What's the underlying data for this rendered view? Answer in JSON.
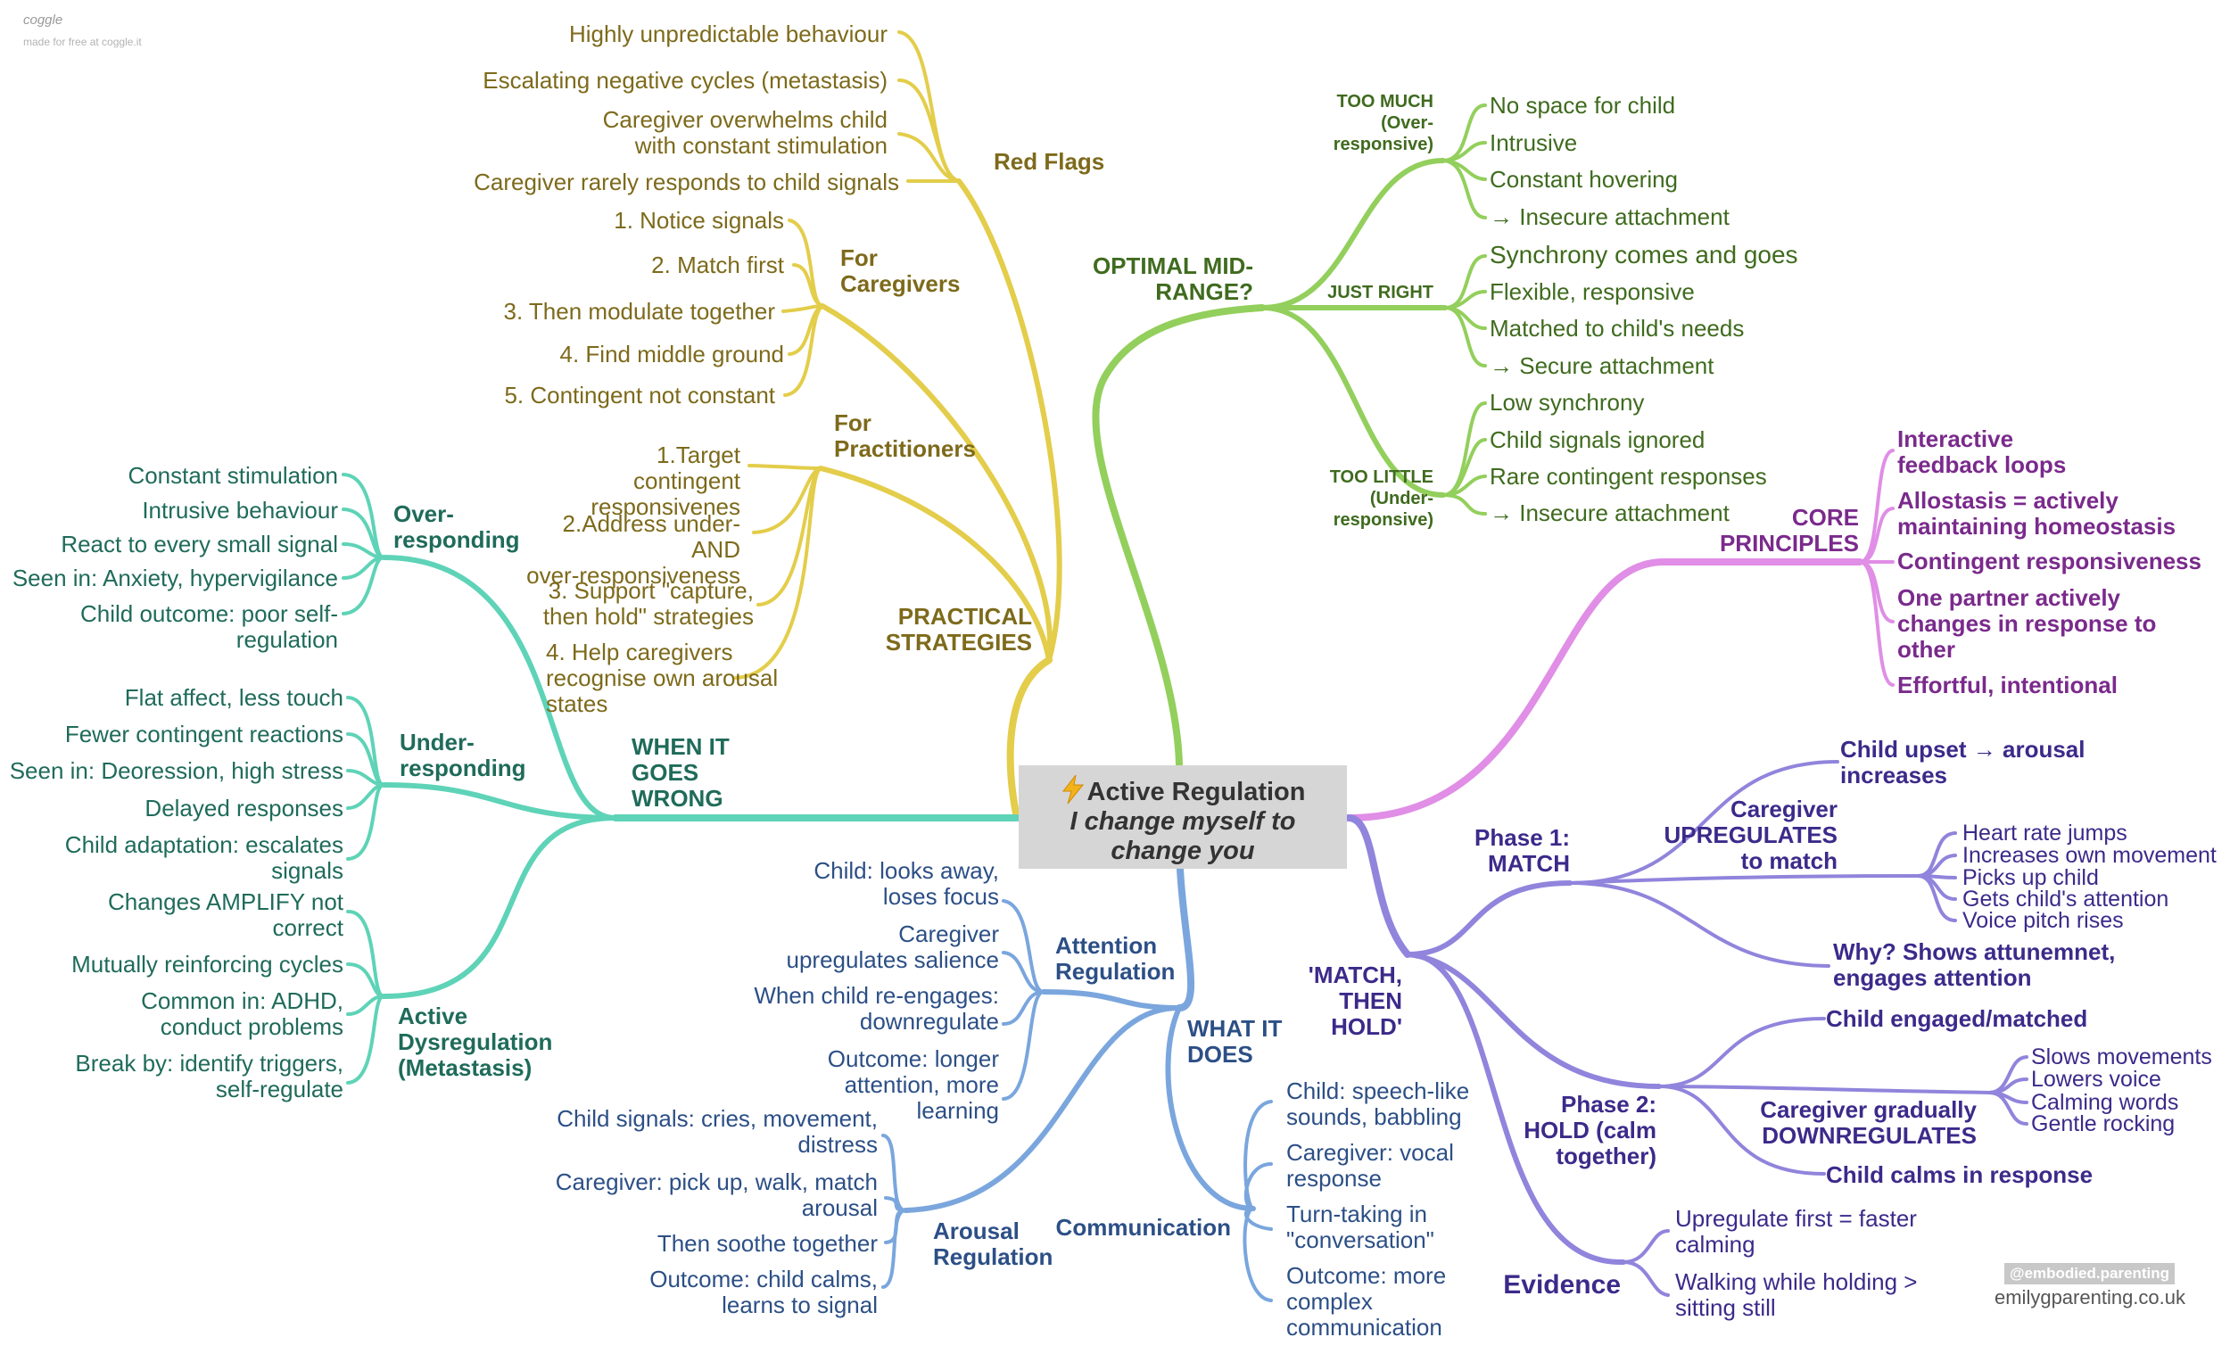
{
  "brand": {
    "logo_text": "coggle",
    "made_with": "made for free at coggle.it"
  },
  "center": {
    "title": "Active Regulation",
    "subtitle": "I change myself to\nchange you",
    "icon": "lightning-icon"
  },
  "colors": {
    "yellow": "#e3cd4a",
    "green": "#93cf5c",
    "pink": "#e08ee6",
    "purple": "#9084dc",
    "blue": "#7aa6dd",
    "teal": "#5ed3b7",
    "center_bg": "#d6d6d6"
  },
  "practical": {
    "label": "PRACTICAL\nSTRATEGIES",
    "red_flags": {
      "label": "Red Flags",
      "items": [
        "Highly unpredictable behaviour",
        "Escalating negative cycles (metastasis)",
        "Caregiver overwhelms child\nwith constant stimulation",
        "Caregiver rarely responds to child signals"
      ]
    },
    "caregivers": {
      "label": "For\nCaregivers",
      "items": [
        "1. Notice signals",
        "2. Match first",
        "3. Then modulate together",
        "4. Find middle ground",
        "5. Contingent not constant"
      ]
    },
    "practitioners": {
      "label": "For\nPractitioners",
      "items": [
        "1.Target contingent\nresponsivenes",
        "2.Address under- AND\nover-responsiveness",
        "3. Support \"capture,\nthen hold\" strategies",
        "4. Help caregivers\nrecognise own arousal\nstates"
      ]
    }
  },
  "optimal": {
    "label": "OPTIMAL MID-\nRANGE?",
    "too_much": {
      "label": "TOO MUCH\n(Over-\nresponsive)",
      "items": [
        "No space for child",
        "Intrusive",
        "Constant hovering",
        "→ Insecure attachment"
      ]
    },
    "just_right": {
      "label": "JUST RIGHT",
      "items": [
        "Synchrony comes and goes",
        "Flexible, responsive",
        "Matched to child's needs",
        "→ Secure attachment"
      ]
    },
    "too_little": {
      "label": "TOO LITTLE\n(Under-\nresponsive)",
      "items": [
        "Low synchrony",
        "Child signals ignored",
        "Rare contingent responses",
        "→ Insecure attachment"
      ]
    }
  },
  "core": {
    "label": "CORE\nPRINCIPLES",
    "items": [
      "Interactive\nfeedback loops",
      "Allostasis = actively\nmaintaining homeostasis",
      "Contingent responsiveness",
      "One partner actively\nchanges in response to\nother",
      "Effortful, intentional"
    ]
  },
  "match_hold": {
    "label": "'MATCH,\nTHEN\nHOLD'",
    "phase1": {
      "label": "Phase 1:\nMATCH",
      "upset": "Child upset → arousal\nincreases",
      "upregulates": {
        "label": "Caregiver\nUPREGULATES\nto match",
        "items": [
          "Heart rate jumps",
          "Increases own movement",
          "Picks up child",
          "Gets child's attention",
          "Voice pitch rises"
        ]
      },
      "why": "Why? Shows attunemnet,\nengages attention"
    },
    "phase2": {
      "label": "Phase 2:\nHOLD (calm\ntogether)",
      "engaged": "Child engaged/matched",
      "downregulates": {
        "label": "Caregiver gradually\nDOWNREGULATES",
        "items": [
          "Slows movements",
          "Lowers voice",
          "Calming words",
          "Gentle rocking"
        ]
      },
      "calms": "Child calms in response"
    },
    "evidence": {
      "label": "Evidence",
      "items": [
        "Upregulate first = faster\ncalming",
        "Walking while holding >\nsitting still"
      ]
    }
  },
  "what_it_does": {
    "label": "WHAT IT\nDOES",
    "attention": {
      "label": "Attention\nRegulation",
      "items": [
        "Child: looks away,\nloses focus",
        "Caregiver\nupregulates salience",
        "When child re-engages:\ndownregulate",
        "Outcome: longer\nattention, more\nlearning"
      ]
    },
    "arousal": {
      "label": "Arousal\nRegulation",
      "items": [
        "Child signals: cries, movement,\ndistress",
        "Caregiver: pick up, walk, match\narousal",
        "Then soothe together",
        "Outcome: child calms,\nlearns to signal"
      ]
    },
    "communication": {
      "label": "Communication",
      "items": [
        "Child: speech-like\nsounds, babbling",
        "Caregiver: vocal\nresponse",
        "Turn-taking in\n\"conversation\"",
        "Outcome: more\ncomplex\ncommunication"
      ]
    }
  },
  "wrong": {
    "label": "WHEN IT\nGOES\nWRONG",
    "over": {
      "label": "Over-\nresponding",
      "items": [
        "Constant stimulation",
        "Intrusive behaviour",
        "React to every small signal",
        "Seen in: Anxiety, hypervigilance",
        "Child outcome: poor self-\nregulation"
      ]
    },
    "under": {
      "label": "Under-\nresponding",
      "items": [
        "Flat affect, less touch",
        "Fewer contingent reactions",
        "Seen in: Deoression, high stress",
        "Delayed responses",
        "Child adaptation: escalates\nsignals"
      ]
    },
    "active": {
      "label": "Active\nDysregulation\n(Metastasis)",
      "items": [
        "Changes AMPLIFY not\ncorrect",
        "Mutually reinforcing cycles",
        "Common in: ADHD,\nconduct problems",
        "Break by: identify triggers,\nself-regulate"
      ]
    }
  },
  "footer": {
    "handle": "@embodied.parenting",
    "site": "emilygparenting.co.uk"
  }
}
